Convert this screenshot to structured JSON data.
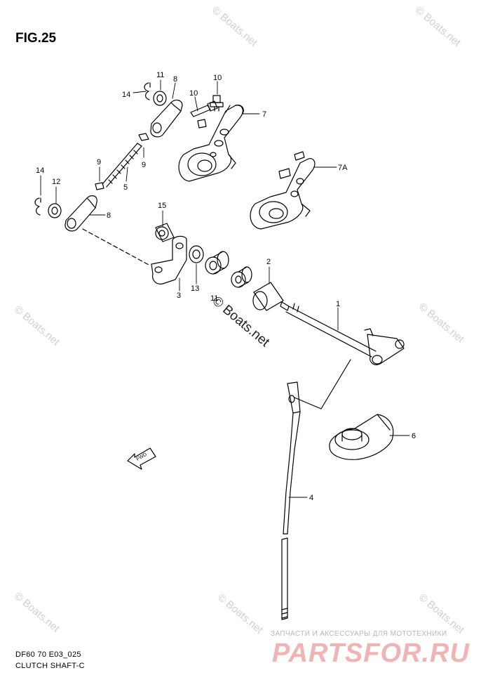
{
  "figure": {
    "title": "FIG.25"
  },
  "caption": {
    "code": "DF60 70 E03_025",
    "name": "CLUTCH SHAFT-C"
  },
  "callouts": [
    {
      "id": "c-1",
      "text": "1"
    },
    {
      "id": "c-2",
      "text": "2"
    },
    {
      "id": "c-3",
      "text": "3"
    },
    {
      "id": "c-4",
      "text": "4"
    },
    {
      "id": "c-5",
      "text": "5"
    },
    {
      "id": "c-6",
      "text": "6"
    },
    {
      "id": "c-7",
      "text": "7"
    },
    {
      "id": "c-7a",
      "text": "7A"
    },
    {
      "id": "c-8a",
      "text": "8"
    },
    {
      "id": "c-8b",
      "text": "8"
    },
    {
      "id": "c-9a",
      "text": "9"
    },
    {
      "id": "c-9b",
      "text": "9"
    },
    {
      "id": "c-10a",
      "text": "10"
    },
    {
      "id": "c-10b",
      "text": "10"
    },
    {
      "id": "c-11a",
      "text": "11"
    },
    {
      "id": "c-11b",
      "text": "11"
    },
    {
      "id": "c-12",
      "text": "12"
    },
    {
      "id": "c-13",
      "text": "13"
    },
    {
      "id": "c-14a",
      "text": "14"
    },
    {
      "id": "c-14b",
      "text": "14"
    },
    {
      "id": "c-15",
      "text": "15"
    }
  ],
  "fwd_label": "FWD",
  "watermarks": {
    "small": "© Boats.net",
    "center": "© Boats.net"
  },
  "branding": {
    "tagline": "ЗАПЧАСТИ И АКСЕССУАРЫ ДЛЯ МОТОТЕХНИКИ",
    "logo": "PARTSFOR.RU"
  },
  "colors": {
    "ink": "#000000",
    "watermark": "#d0d0d0",
    "brand": "#f0b4b4"
  }
}
